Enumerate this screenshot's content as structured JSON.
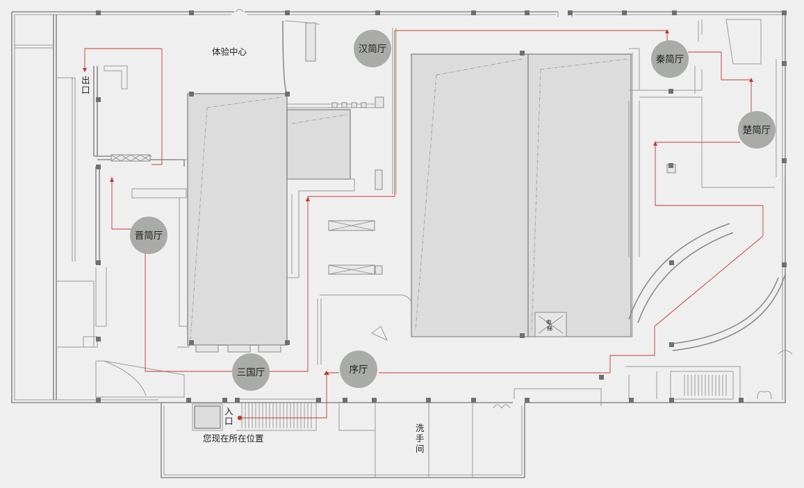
{
  "halls": [
    {
      "id": "xu",
      "label": "序厅"
    },
    {
      "id": "han",
      "label": "汉简厅"
    },
    {
      "id": "qin",
      "label": "秦简厅"
    },
    {
      "id": "chu",
      "label": "楚简厅"
    },
    {
      "id": "jin",
      "label": "晋简厅"
    },
    {
      "id": "sanguo",
      "label": "三国厅"
    }
  ],
  "labels": {
    "experience_center": "体验中心",
    "exit": "出口",
    "entrance": "入口",
    "you_are_here": "您现在所在位置",
    "restroom": "洗手间",
    "elevator": "电梯"
  },
  "colors": {
    "background": "#efefef",
    "wall": "#8a8a8a",
    "hall_marker": "#a9aba8",
    "route": "#c0392b",
    "exhibit_block": "#dcdcdc"
  }
}
